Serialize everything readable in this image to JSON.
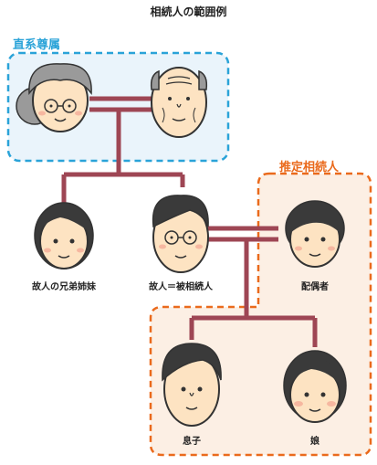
{
  "title": "相続人の範囲例",
  "groups": {
    "ancestors": {
      "label": "直系尊属",
      "color": "#2aa3d8",
      "fill": "#eaf4fb"
    },
    "heirs": {
      "label": "推定相続人",
      "color": "#ea6a1c",
      "fill": "#fcefe4"
    }
  },
  "people": {
    "grandmother": {
      "label": ""
    },
    "grandfather": {
      "label": ""
    },
    "sibling": {
      "label": "故人の兄弟姉妹"
    },
    "deceased": {
      "label": "故人＝被相続人"
    },
    "spouse": {
      "label": "配偶者"
    },
    "son": {
      "label": "息子"
    },
    "daughter": {
      "label": "娘"
    }
  },
  "colors": {
    "line": "#9e4654",
    "skin": "#fde3c2",
    "hair_dark": "#3a3a3a",
    "hair_gray": "#9a9a9a",
    "outline": "#333333"
  }
}
